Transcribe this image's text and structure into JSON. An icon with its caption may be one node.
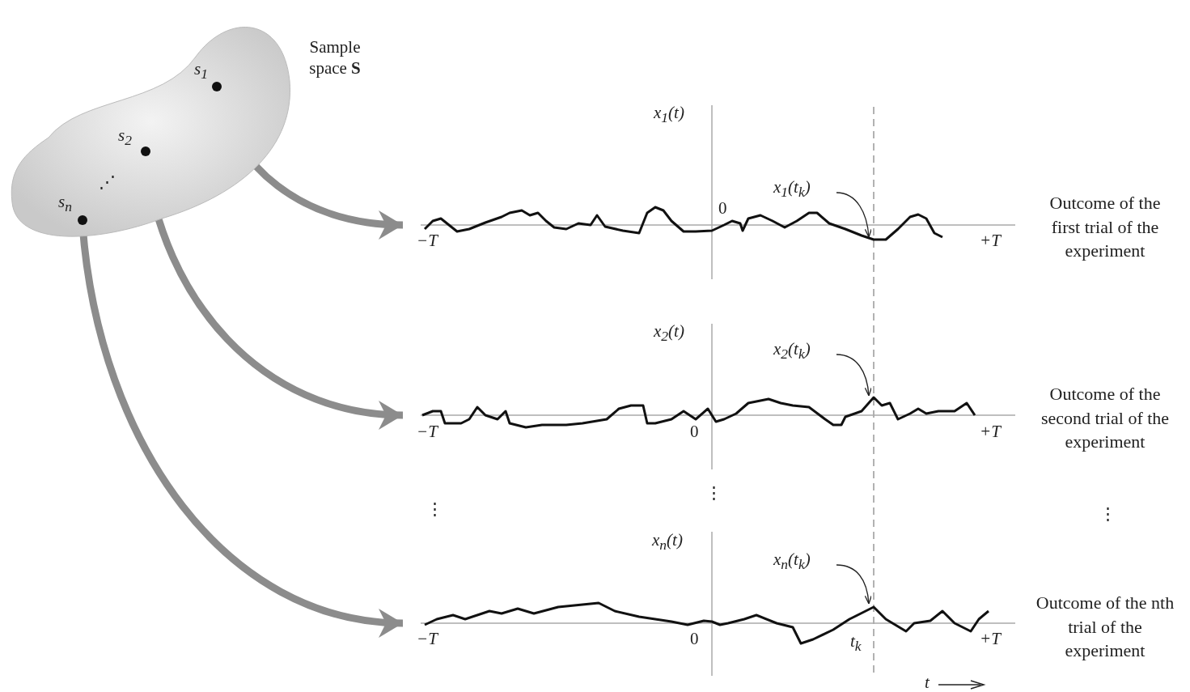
{
  "diagram": {
    "nodes": [
      {
        "text": [
          "Sample space **S**"
        ]
      },
      {
        "text": [],
        "shape": "circle",
        "in": 0,
        "beside": [
          "s$_{1}$"
        ]
      },
      {
        "text": [],
        "shape": "circle",
        "in": 0,
        "beside": [
          "s$_{2}$"
        ]
      },
      {
        "text": [],
        "shape": "circle",
        "in": 0,
        "beside": [
          "s$_{n}$"
        ]
      },
      {
        "text": [
          "x$_{1}$(t)",
          "0",
          "−T",
          "+T"
        ],
        "beside": [
          "Outcome of the first trial of the experiment"
        ]
      },
      {
        "text": [
          "x$_{1}$(t$_{k}$)"
        ],
        "in": 4
      },
      {
        "text": [
          "x$_{2}$(t)",
          "−T",
          "0",
          "+T"
        ],
        "beside": [
          "Outcome of the second trial of the experiment"
        ]
      },
      {
        "text": [
          "x$_{2}$(t$_{k}$)"
        ],
        "in": 6
      },
      {
        "text": [
          "x$_{n}$(t)",
          "−T",
          "0",
          "t$_{k}$",
          "+T"
        ],
        "beside": [
          "Outcome of the nth trial of the experiment"
        ]
      },
      {
        "text": [
          "x$_{n}$(t$_{k}$)"
        ],
        "in": 8
      }
    ],
    "edges": [
      {
        "from": 1,
        "to": 4,
        "arrow": "to",
        "style": "thick",
        "color": "#8c8c8c"
      },
      {
        "from": 2,
        "to": 6,
        "arrow": "to",
        "style": "thick",
        "color": "#8c8c8c"
      },
      {
        "from": 3,
        "to": 8,
        "arrow": "to",
        "style": "thick",
        "color": "#8c8c8c"
      },
      {
        "from": 5,
        "to": null,
        "arrow": "to",
        "color": "#222222"
      },
      {
        "from": 7,
        "to": null,
        "arrow": "to",
        "color": "#222222"
      },
      {
        "from": 9,
        "to": null,
        "arrow": "to",
        "color": "#222222"
      }
    ],
    "labels": [
      "⋰",
      "⋮",
      "⋮",
      "⋮",
      "t"
    ]
  }
}
